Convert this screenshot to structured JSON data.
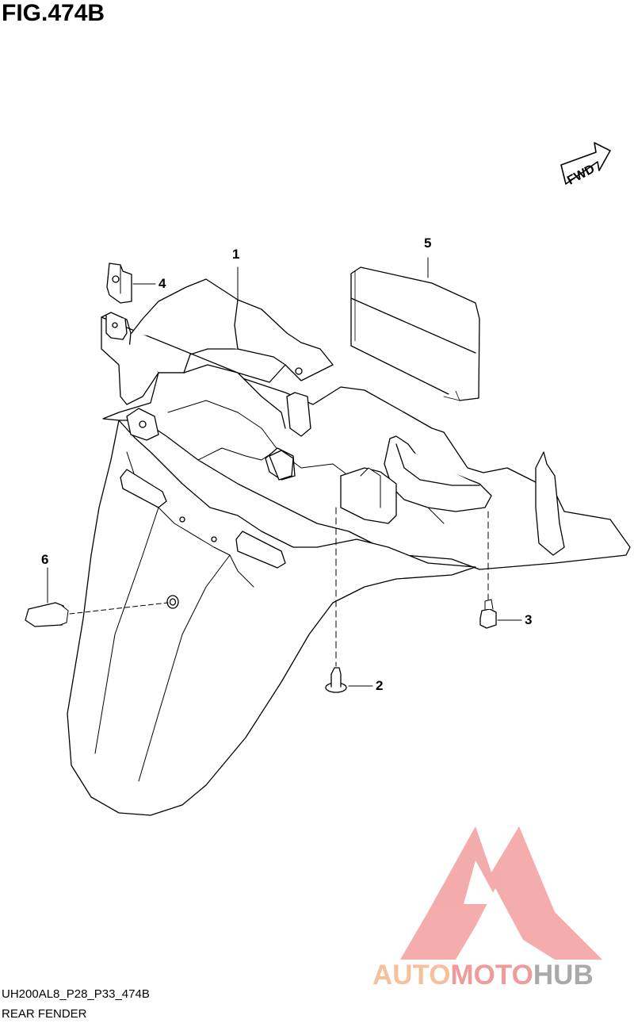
{
  "figure": {
    "title": "FIG.474B",
    "code": "UH200AL8_P28_P33_474B",
    "caption": "REAR FENDER",
    "fwd_label": "FWD"
  },
  "callouts": [
    "1",
    "2",
    "3",
    "4",
    "5",
    "6"
  ],
  "watermark": {
    "auto": "AUTO",
    "moto": "MOTO",
    "hub": "HUB",
    "colors": {
      "auto": "#f6c19a",
      "moto": "#f29a98",
      "hub": "#a9a9a9",
      "logo": "#f09090"
    }
  }
}
